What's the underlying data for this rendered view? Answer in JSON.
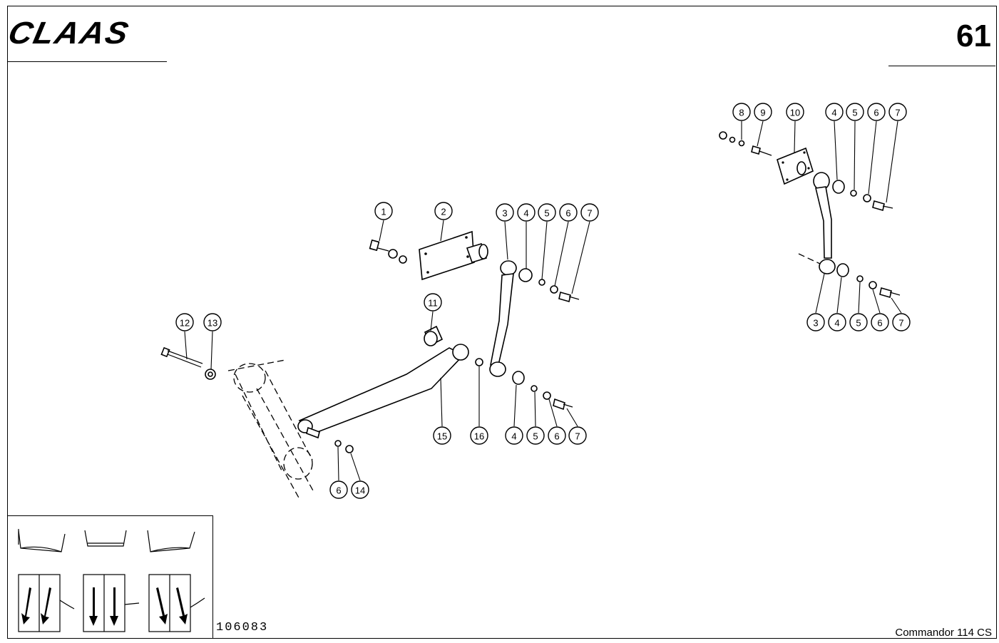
{
  "header": {
    "brand": "CLAAS",
    "page_number": "61"
  },
  "footer": {
    "document_number": "106083",
    "model": "Commandor 114 CS"
  },
  "callouts": {
    "main": [
      "1",
      "2",
      "3",
      "4",
      "5",
      "6",
      "7",
      "11",
      "12",
      "13",
      "15",
      "16",
      "4",
      "5",
      "6",
      "7",
      "6",
      "14"
    ],
    "right_top": [
      "8",
      "9",
      "10",
      "4",
      "5",
      "6",
      "7"
    ],
    "right_bottom": [
      "3",
      "4",
      "5",
      "6",
      "7"
    ]
  }
}
